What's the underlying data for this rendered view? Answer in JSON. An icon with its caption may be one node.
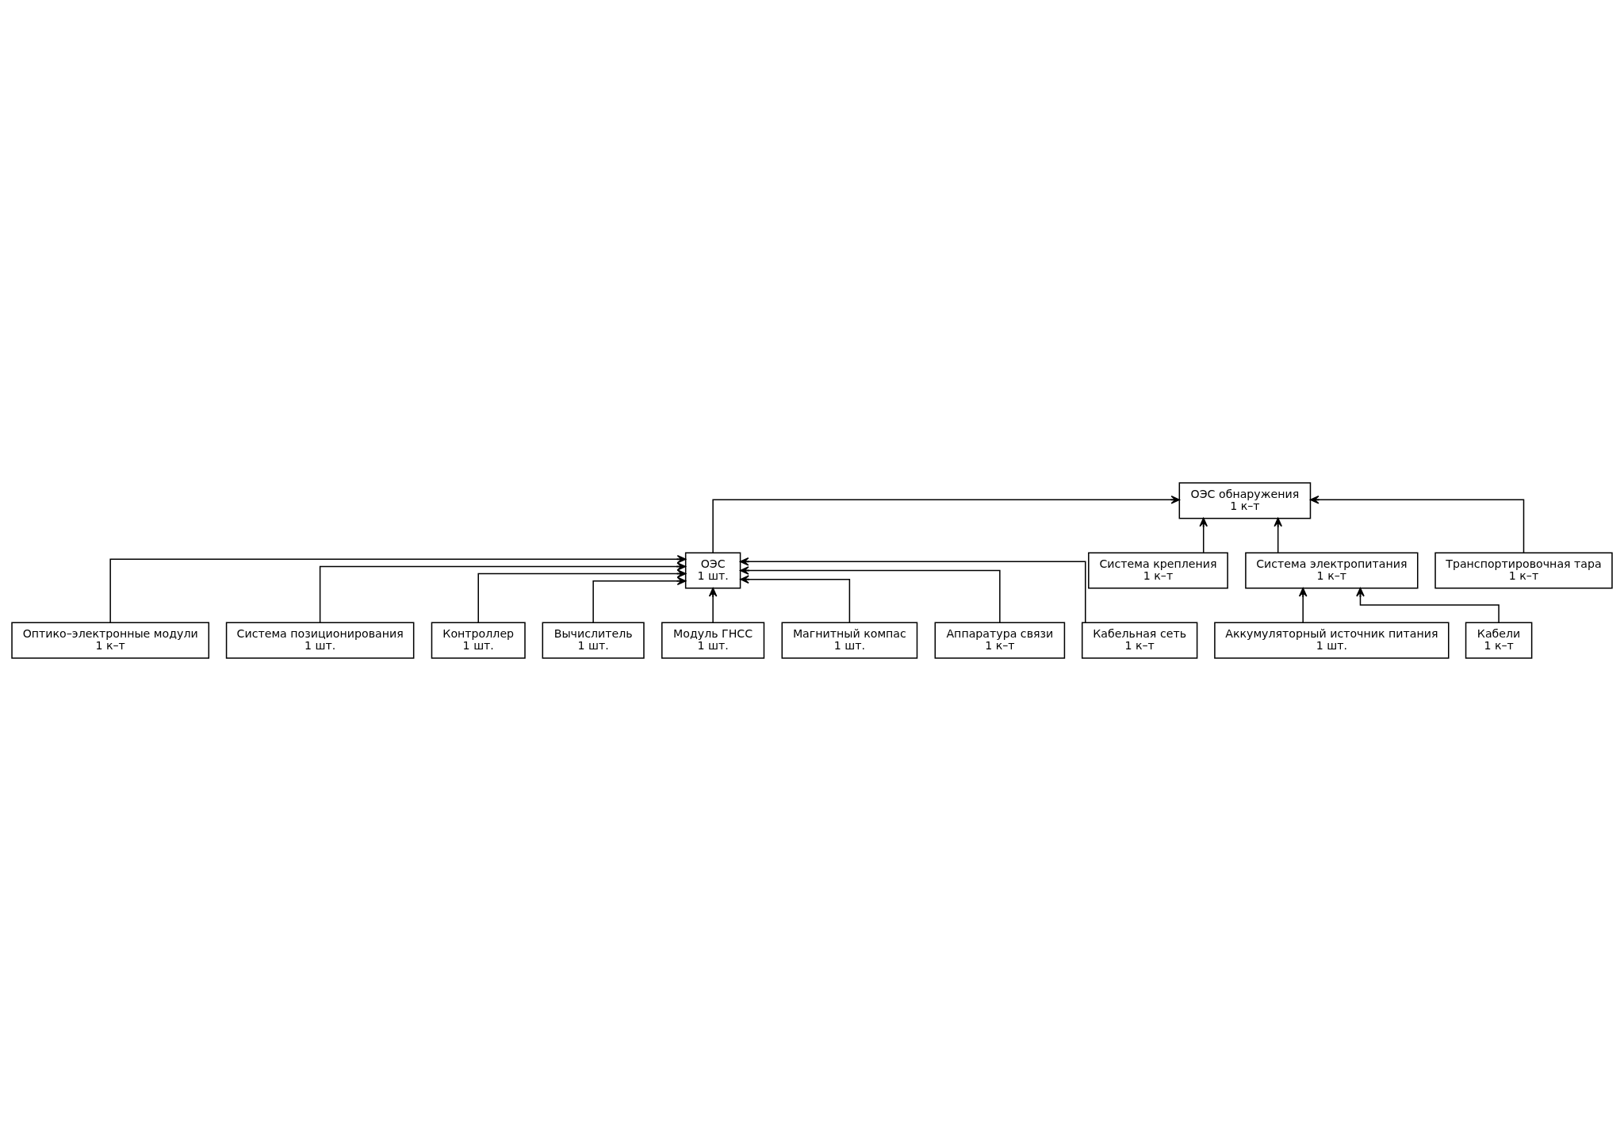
{
  "diagram": {
    "nodes": [
      {
        "text": [
          "ОЭС обнаружения",
          "1 к–т"
        ]
      },
      {
        "text": [
          "ОЭС",
          "1 шт."
        ]
      },
      {
        "text": [
          "Система крепления",
          "1 к–т"
        ]
      },
      {
        "text": [
          "Система электропитания",
          "1 к–т"
        ]
      },
      {
        "text": [
          "Транспортировочная тара",
          "1 к–т"
        ]
      },
      {
        "text": [
          "Оптико–электронные модули",
          "1 к–т"
        ]
      },
      {
        "text": [
          "Система позиционирования",
          "1 шт."
        ]
      },
      {
        "text": [
          "Контроллер",
          "1 шт."
        ]
      },
      {
        "text": [
          "Вычислитель",
          "1 шт."
        ]
      },
      {
        "text": [
          "Модуль ГНСС",
          "1 шт."
        ]
      },
      {
        "text": [
          "Магнитный компас",
          "1 шт."
        ]
      },
      {
        "text": [
          "Аппаратура связи",
          "1 к–т"
        ]
      },
      {
        "text": [
          "Кабельная сеть",
          "1 к–т"
        ]
      },
      {
        "text": [
          "Аккумуляторный источник питания",
          "1 шт."
        ]
      },
      {
        "text": [
          "Кабели",
          "1 к–т"
        ]
      }
    ],
    "edges": [
      {
        "from": 1,
        "to": 0,
        "arrow": "to"
      },
      {
        "from": 2,
        "to": 0,
        "arrow": "to"
      },
      {
        "from": 3,
        "to": 0,
        "arrow": "to"
      },
      {
        "from": 4,
        "to": 0,
        "arrow": "to"
      },
      {
        "from": 5,
        "to": 1,
        "arrow": "to"
      },
      {
        "from": 6,
        "to": 1,
        "arrow": "to"
      },
      {
        "from": 7,
        "to": 1,
        "arrow": "to"
      },
      {
        "from": 8,
        "to": 1,
        "arrow": "to"
      },
      {
        "from": 9,
        "to": 1,
        "arrow": "to"
      },
      {
        "from": 10,
        "to": 1,
        "arrow": "to"
      },
      {
        "from": 11,
        "to": 1,
        "arrow": "to"
      },
      {
        "from": 12,
        "to": 1,
        "arrow": "to"
      },
      {
        "from": 13,
        "to": 3,
        "arrow": "to"
      },
      {
        "from": 14,
        "to": 3,
        "arrow": "to"
      }
    ]
  }
}
